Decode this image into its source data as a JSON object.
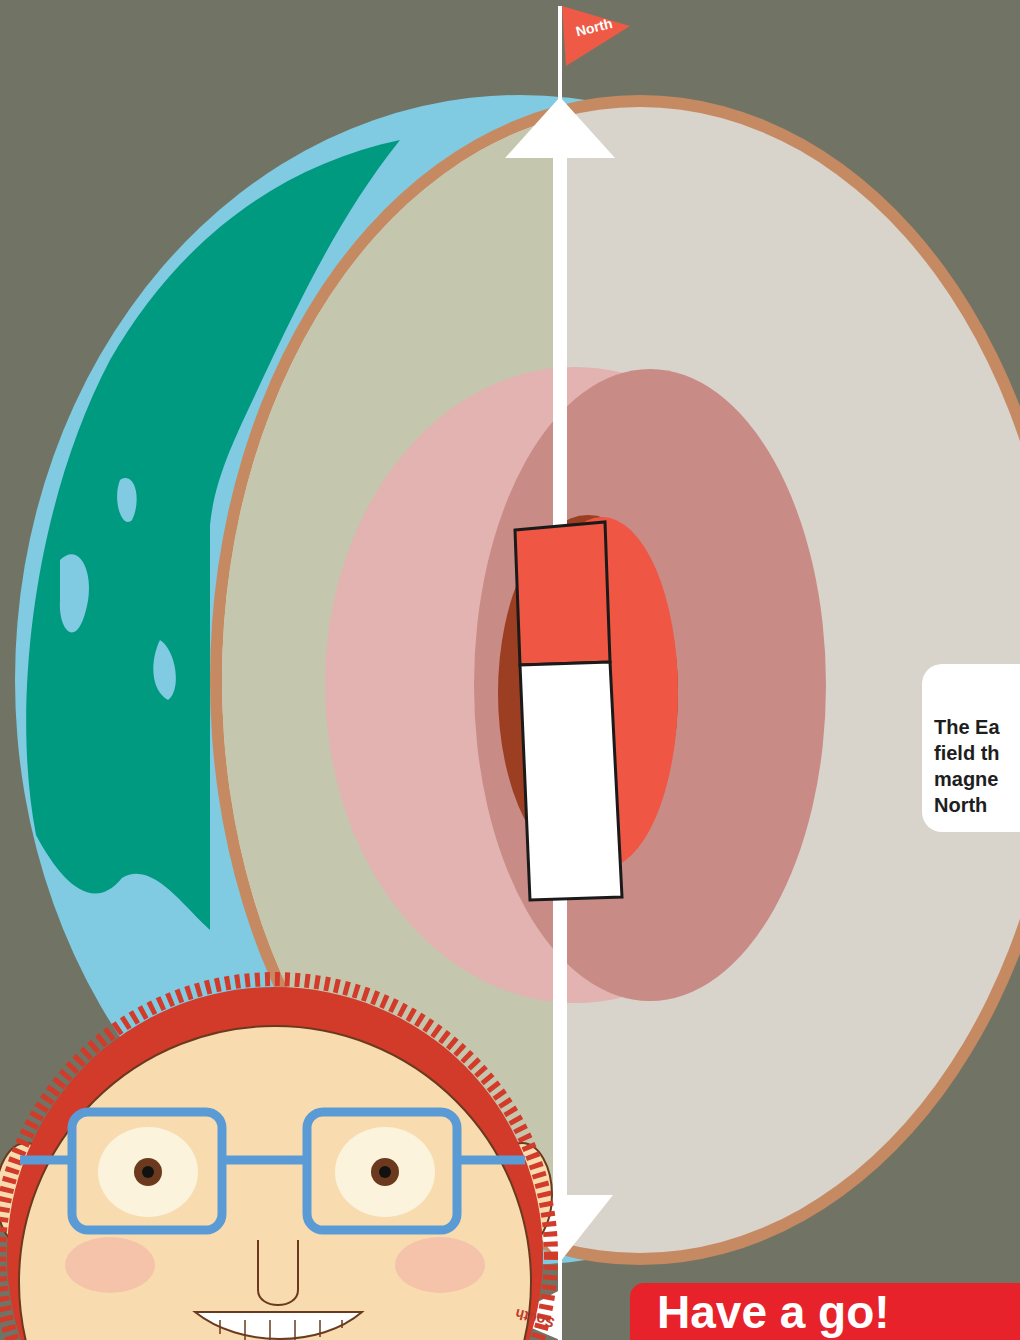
{
  "diagram": {
    "nodes": [
      {
        "text": [
          "The Ea field th magne North"
        ]
      },
      {
        "text": [
          "Have a go!"
        ]
      }
    ],
    "labels": [
      "North",
      "South"
    ]
  }
}
